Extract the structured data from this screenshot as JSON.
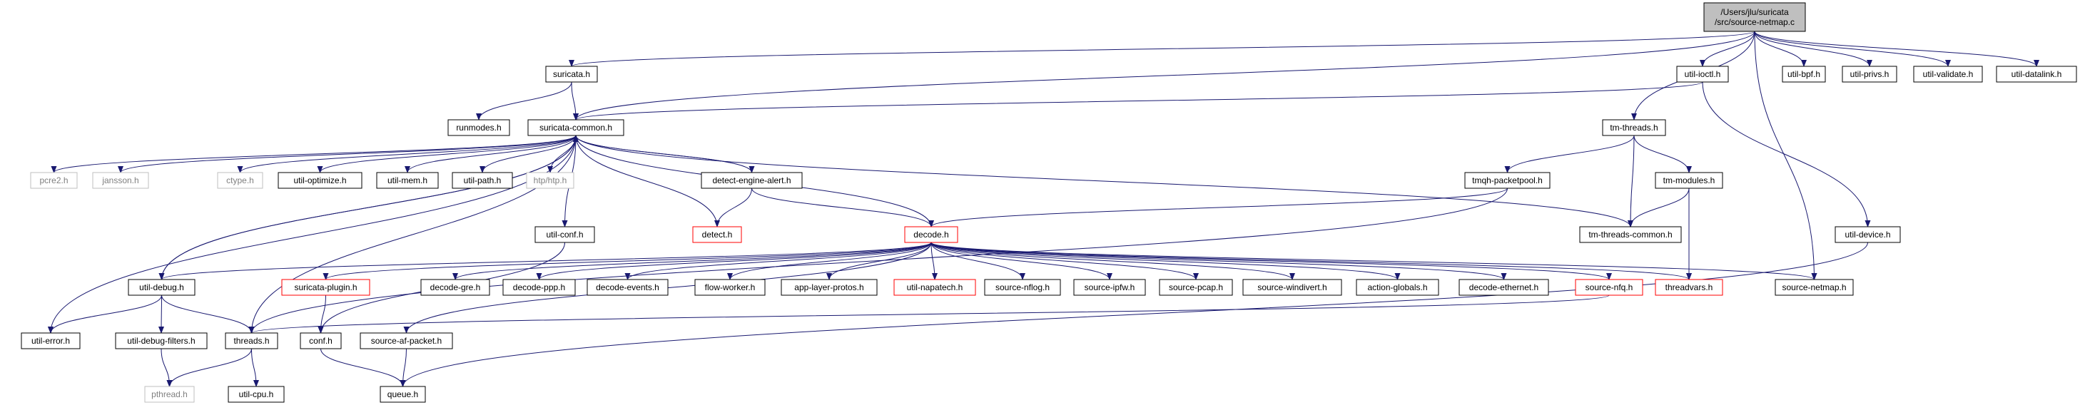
{
  "diagram": {
    "title": "Include dependency graph for source-netmap.c",
    "colors": {
      "edge": "#191970",
      "root_fill": "#bfbfbf",
      "normal_border": "#000000",
      "truncated_border": "#ff0000",
      "system_border": "#bfbfbf",
      "system_text": "#808080"
    },
    "nodes": {
      "root": {
        "label": "/Users/jlu/suricata\n/src/source-netmap.c",
        "kind": "root"
      },
      "suricata_h": {
        "label": "suricata.h",
        "kind": "normal"
      },
      "runmodes_h": {
        "label": "runmodes.h",
        "kind": "normal"
      },
      "suricata_common_h": {
        "label": "suricata-common.h",
        "kind": "normal"
      },
      "pcre2_h": {
        "label": "pcre2.h",
        "kind": "system"
      },
      "jansson_h": {
        "label": "jansson.h",
        "kind": "system"
      },
      "ctype_h": {
        "label": "ctype.h",
        "kind": "system"
      },
      "util_optimize_h": {
        "label": "util-optimize.h",
        "kind": "normal"
      },
      "util_mem_h": {
        "label": "util-mem.h",
        "kind": "normal"
      },
      "util_path_h": {
        "label": "util-path.h",
        "kind": "normal"
      },
      "htp_h": {
        "label": "htp/htp.h",
        "kind": "system"
      },
      "detect_engine_alert_h": {
        "label": "detect-engine-alert.h",
        "kind": "normal"
      },
      "detect_h": {
        "label": "detect.h",
        "kind": "truncated"
      },
      "util_conf_h": {
        "label": "util-conf.h",
        "kind": "normal"
      },
      "decode_h": {
        "label": "decode.h",
        "kind": "truncated"
      },
      "util_debug_h": {
        "label": "util-debug.h",
        "kind": "normal"
      },
      "util_error_h": {
        "label": "util-error.h",
        "kind": "normal"
      },
      "util_debug_filters_h": {
        "label": "util-debug-filters.h",
        "kind": "normal"
      },
      "threads_h": {
        "label": "threads.h",
        "kind": "normal"
      },
      "pthread_h": {
        "label": "pthread.h",
        "kind": "system"
      },
      "util_cpu_h": {
        "label": "util-cpu.h",
        "kind": "normal"
      },
      "suricata_plugin_h": {
        "label": "suricata-plugin.h",
        "kind": "truncated"
      },
      "conf_h": {
        "label": "conf.h",
        "kind": "normal"
      },
      "queue_h": {
        "label": "queue.h",
        "kind": "normal"
      },
      "source_af_packet_h": {
        "label": "source-af-packet.h",
        "kind": "normal"
      },
      "decode_gre_h": {
        "label": "decode-gre.h",
        "kind": "normal"
      },
      "decode_ppp_h": {
        "label": "decode-ppp.h",
        "kind": "normal"
      },
      "decode_events_h": {
        "label": "decode-events.h",
        "kind": "normal"
      },
      "flow_worker_h": {
        "label": "flow-worker.h",
        "kind": "normal"
      },
      "app_layer_protos_h": {
        "label": "app-layer-protos.h",
        "kind": "normal"
      },
      "util_napatech_h": {
        "label": "util-napatech.h",
        "kind": "truncated"
      },
      "source_nflog_h": {
        "label": "source-nflog.h",
        "kind": "normal"
      },
      "source_ipfw_h": {
        "label": "source-ipfw.h",
        "kind": "normal"
      },
      "source_pcap_h": {
        "label": "source-pcap.h",
        "kind": "normal"
      },
      "source_windivert_h": {
        "label": "source-windivert.h",
        "kind": "normal"
      },
      "action_globals_h": {
        "label": "action-globals.h",
        "kind": "normal"
      },
      "decode_ethernet_h": {
        "label": "decode-ethernet.h",
        "kind": "normal"
      },
      "source_nfq_h": {
        "label": "source-nfq.h",
        "kind": "truncated"
      },
      "threadvars_h": {
        "label": "threadvars.h",
        "kind": "truncated"
      },
      "source_netmap_h": {
        "label": "source-netmap.h",
        "kind": "normal"
      },
      "util_ioctl_h": {
        "label": "util-ioctl.h",
        "kind": "normal"
      },
      "util_device_h": {
        "label": "util-device.h",
        "kind": "normal"
      },
      "tm_threads_h": {
        "label": "tm-threads.h",
        "kind": "normal"
      },
      "tmqh_packetpool_h": {
        "label": "tmqh-packetpool.h",
        "kind": "normal"
      },
      "tm_modules_h": {
        "label": "tm-modules.h",
        "kind": "normal"
      },
      "tm_threads_common_h": {
        "label": "tm-threads-common.h",
        "kind": "normal"
      },
      "util_bpf_h": {
        "label": "util-bpf.h",
        "kind": "normal"
      },
      "util_privs_h": {
        "label": "util-privs.h",
        "kind": "normal"
      },
      "util_validate_h": {
        "label": "util-validate.h",
        "kind": "normal"
      },
      "util_datalink_h": {
        "label": "util-datalink.h",
        "kind": "normal"
      }
    },
    "edges": [
      [
        "root",
        "suricata_h"
      ],
      [
        "root",
        "suricata_common_h"
      ],
      [
        "root",
        "util_ioctl_h"
      ],
      [
        "root",
        "tm_threads_h"
      ],
      [
        "root",
        "source_netmap_h"
      ],
      [
        "root",
        "util_bpf_h"
      ],
      [
        "root",
        "util_privs_h"
      ],
      [
        "root",
        "util_validate_h"
      ],
      [
        "root",
        "util_datalink_h"
      ],
      [
        "suricata_h",
        "runmodes_h"
      ],
      [
        "suricata_h",
        "suricata_common_h"
      ],
      [
        "util_ioctl_h",
        "suricata_common_h"
      ],
      [
        "util_ioctl_h",
        "util_device_h"
      ],
      [
        "util_device_h",
        "queue_h"
      ],
      [
        "suricata_common_h",
        "pcre2_h"
      ],
      [
        "suricata_common_h",
        "jansson_h"
      ],
      [
        "suricata_common_h",
        "ctype_h"
      ],
      [
        "suricata_common_h",
        "util_optimize_h"
      ],
      [
        "suricata_common_h",
        "util_mem_h"
      ],
      [
        "suricata_common_h",
        "util_path_h"
      ],
      [
        "suricata_common_h",
        "htp_h"
      ],
      [
        "suricata_common_h",
        "detect_engine_alert_h"
      ],
      [
        "suricata_common_h",
        "util_conf_h"
      ],
      [
        "suricata_common_h",
        "util_debug_h"
      ],
      [
        "suricata_common_h",
        "util_error_h"
      ],
      [
        "suricata_common_h",
        "threads_h"
      ],
      [
        "suricata_common_h",
        "tm_threads_common_h"
      ],
      [
        "detect_engine_alert_h",
        "suricata_common_h"
      ],
      [
        "detect_engine_alert_h",
        "detect_h"
      ],
      [
        "detect_engine_alert_h",
        "decode_h"
      ],
      [
        "detect_h",
        "suricata_common_h"
      ],
      [
        "util_conf_h",
        "conf_h"
      ],
      [
        "decode_h",
        "suricata_common_h"
      ],
      [
        "decode_h",
        "util_debug_h"
      ],
      [
        "decode_h",
        "suricata_plugin_h"
      ],
      [
        "decode_h",
        "decode_gre_h"
      ],
      [
        "decode_h",
        "decode_ppp_h"
      ],
      [
        "decode_h",
        "decode_events_h"
      ],
      [
        "decode_h",
        "flow_worker_h"
      ],
      [
        "decode_h",
        "app_layer_protos_h"
      ],
      [
        "decode_h",
        "util_napatech_h"
      ],
      [
        "decode_h",
        "source_nflog_h"
      ],
      [
        "decode_h",
        "source_ipfw_h"
      ],
      [
        "decode_h",
        "source_pcap_h"
      ],
      [
        "decode_h",
        "source_windivert_h"
      ],
      [
        "decode_h",
        "action_globals_h"
      ],
      [
        "decode_h",
        "decode_ethernet_h"
      ],
      [
        "decode_h",
        "source_nfq_h"
      ],
      [
        "decode_h",
        "threadvars_h"
      ],
      [
        "decode_h",
        "source_netmap_h"
      ],
      [
        "decode_h",
        "source_af_packet_h"
      ],
      [
        "util_debug_h",
        "suricata_common_h"
      ],
      [
        "util_debug_h",
        "util_error_h"
      ],
      [
        "util_debug_h",
        "util_debug_filters_h"
      ],
      [
        "util_debug_h",
        "threads_h"
      ],
      [
        "util_debug_filters_h",
        "pthread_h"
      ],
      [
        "threads_h",
        "pthread_h"
      ],
      [
        "threads_h",
        "util_cpu_h"
      ],
      [
        "suricata_plugin_h",
        "conf_h"
      ],
      [
        "conf_h",
        "queue_h"
      ],
      [
        "source_af_packet_h",
        "queue_h"
      ],
      [
        "source_nfq_h",
        "threads_h"
      ],
      [
        "tm_threads_h",
        "tmqh_packetpool_h"
      ],
      [
        "tm_threads_h",
        "tm_modules_h"
      ],
      [
        "tm_threads_h",
        "tm_threads_common_h"
      ],
      [
        "tmqh_packetpool_h",
        "decode_h"
      ],
      [
        "tmqh_packetpool_h",
        "threads_h"
      ],
      [
        "tm_modules_h",
        "tm_threads_common_h"
      ],
      [
        "tm_modules_h",
        "threadvars_h"
      ]
    ]
  }
}
